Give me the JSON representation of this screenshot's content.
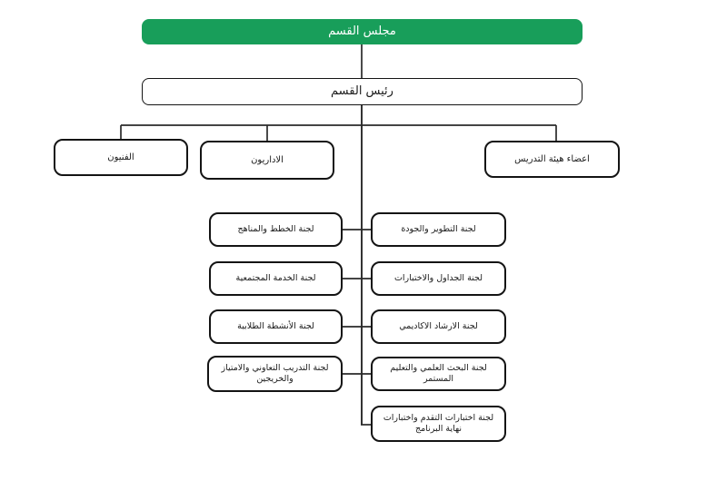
{
  "chart": {
    "type": "org-chart",
    "council": "مجلس القسم",
    "head": "رئيس القسم",
    "staff_groups": [
      "الفنيون",
      "الاداريون",
      "اعضاء هيئة التدريس"
    ],
    "committees_left": [
      "لجنة الخطط والمناهج",
      "لجنة الخدمة المجتمعية",
      "لجنة الأنشطة الطلابية",
      "لجنة التدريب التعاوني والامتياز والخريجين"
    ],
    "committees_right": [
      "لجنة التطوير والجودة",
      "لجنة الجداول والاختبارات",
      "لجنة الارشاد الاكاديمي",
      "لجنة البحث العلمي والتعليم المستمر",
      "لجنة اختبارات التقدم واختبارات نهاية البرنامج"
    ]
  },
  "colors": {
    "council_green": "#189e5a",
    "council_text": "#ffffff",
    "box_border": "#141414",
    "line": "#2a2a2a",
    "background": "#ffffff"
  }
}
